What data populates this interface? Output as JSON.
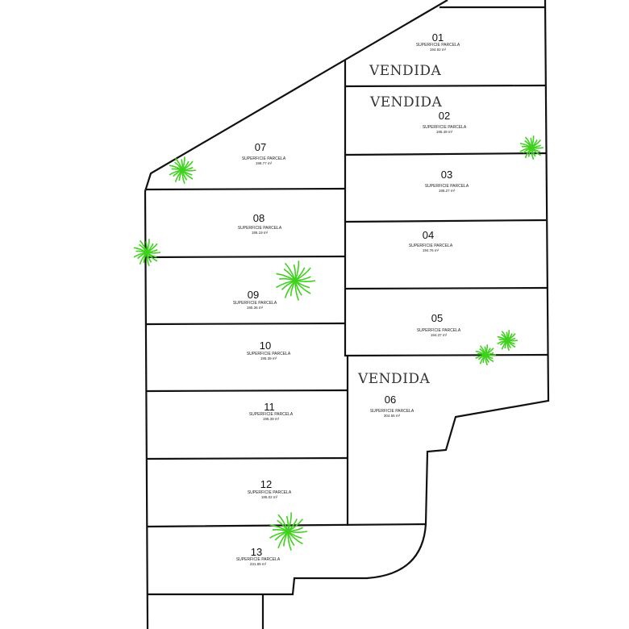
{
  "plan": {
    "area_label": "SUPERFICIE PARCELA",
    "unit": "m²",
    "sold_label": "VENDIDA",
    "tree_color": "#3fd11e",
    "lots": [
      {
        "number": "01",
        "area": "194.92 m²",
        "status": "VENDIDA"
      },
      {
        "number": "02",
        "area": "195.49 m²",
        "status": "VENDIDA"
      },
      {
        "number": "03",
        "area": "195.27 m²"
      },
      {
        "number": "04",
        "area": "194.76 m²"
      },
      {
        "number": "05",
        "area": "194.37 m²"
      },
      {
        "number": "06",
        "area": "304.55 m²",
        "status": "VENDIDA"
      },
      {
        "number": "07",
        "area": "198.77 m²"
      },
      {
        "number": "08",
        "area": "195.19 m²"
      },
      {
        "number": "09",
        "area": "195.36 m²"
      },
      {
        "number": "10",
        "area": "195.39 m²"
      },
      {
        "number": "11",
        "area": "195.39 m²"
      },
      {
        "number": "12",
        "area": "195.02 m²"
      },
      {
        "number": "13",
        "area": "231.89 m²"
      }
    ]
  }
}
